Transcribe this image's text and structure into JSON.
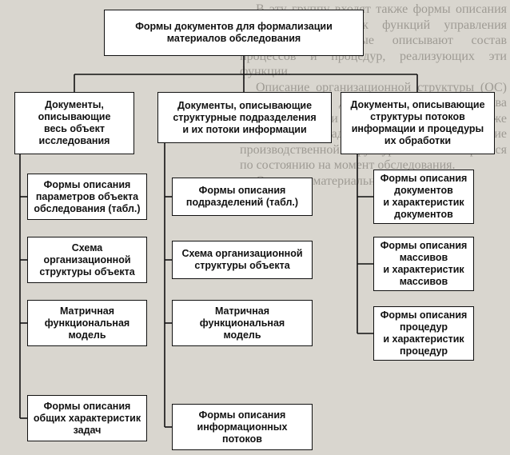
{
  "background_text": [
    "В эту группу входят также формы описания общих характеристик функций управления организации, которые описывают состав процессов и процедур, реализующих эти функции.",
    "Описание организационной структуры (ОС) предназначено для отображения состава подразделений и их взаимосвязей, а также функций и задач управления. Описание производственной структуры объекта строится по состоянию на момент обследования.",
    "Описание материальных потоков ..."
  ],
  "root": {
    "label": "Формы документов для формализации\nматериалов обследования"
  },
  "categories": [
    {
      "label": "Документы,\nописывающие\nвесь объект\nисследования"
    },
    {
      "label": "Документы, описывающие\nструктурные подразделения\nи их потоки информации"
    },
    {
      "label": "Документы, описывающие\nструктуры потоков\nинформации и процедуры\nих обработки"
    }
  ],
  "column1": [
    {
      "label": "Формы описания\nпараметров объекта\nобследования (табл.)"
    },
    {
      "label": "Схема\nорганизационной\nструктуры объекта"
    },
    {
      "label": "Матричная\nфункциональная\nмодель"
    },
    {
      "label": "Формы описания\nобщих характеристик\nзадач"
    }
  ],
  "column2": [
    {
      "label": "Формы описания\nподразделений (табл.)"
    },
    {
      "label": "Схема организационной\nструктуры объекта"
    },
    {
      "label": "Матричная\nфункциональная\nмодель"
    },
    {
      "label": "Формы описания\nинформационных\nпотоков"
    }
  ],
  "column3": [
    {
      "label": "Формы описания\nдокументов\nи характеристик\nдокументов"
    },
    {
      "label": "Формы описания\nмассивов\nи характеристик\nмассивов"
    },
    {
      "label": "Формы описания\nпроцедур\nи характеристик\nпроцедур"
    }
  ]
}
